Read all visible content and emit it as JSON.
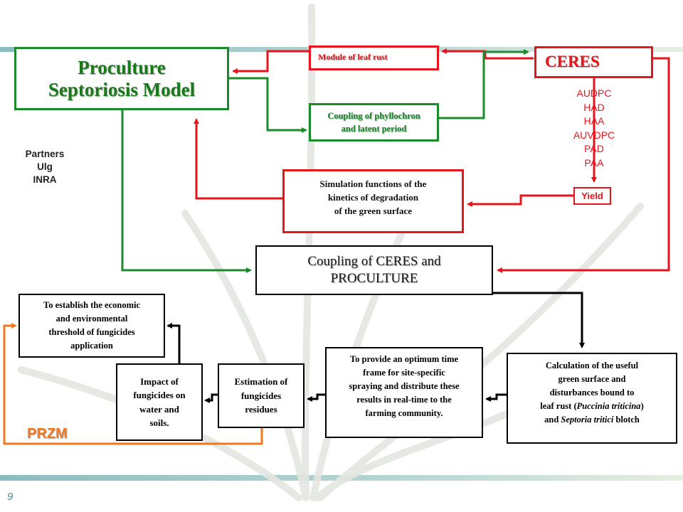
{
  "colors": {
    "red": "#e8141b",
    "green": "#1a8a2a",
    "black": "#000000",
    "orange": "#f07820",
    "title_green": "#1a7a1a",
    "band_teal": "#8cbcc0"
  },
  "boxes": {
    "proculture": [
      "Proculture",
      "Septoriosis Model"
    ],
    "leaf_rust": "Module of leaf rust",
    "ceres": "CERES",
    "coupling_phyllo": [
      "Coupling of phyllochron",
      "and latent period"
    ],
    "simulation": [
      "Simulation functions of the",
      "kinetics of degradation",
      "of the green surface"
    ],
    "yield": "Yield",
    "coupling_ceres": [
      "Coupling of CERES and",
      "PROCULTURE"
    ],
    "economic": [
      "To establish the economic",
      "and environmental",
      "threshold of fungicides",
      "application"
    ],
    "impact": [
      "Impact of",
      "fungicides on",
      "water and",
      "soils."
    ],
    "estimation": [
      "Estimation of",
      "fungicides",
      "residues"
    ],
    "optimum": [
      "To provide an optimum time",
      "frame for site-specific",
      "spraying and distribute these",
      "results in real-time to the",
      "farming community."
    ],
    "calculation": {
      "line1": "Calculation of the useful",
      "line2": "green surface and",
      "line3": "disturbances bound to",
      "line4_pre": "leaf rust (",
      "line4_em": "Puccinia triticina",
      "line4_post": ")",
      "line5_pre": "and ",
      "line5_em": "Septoria tritici",
      "line5_post": " blotch"
    }
  },
  "ceres_outputs": [
    "AUDPC",
    "HAD",
    "HAA",
    "AUVDPC",
    "PAD",
    "PAA"
  ],
  "partners": [
    "Partners",
    "Ulg",
    "INRA"
  ],
  "przm": "PRZM",
  "page_number": "9"
}
